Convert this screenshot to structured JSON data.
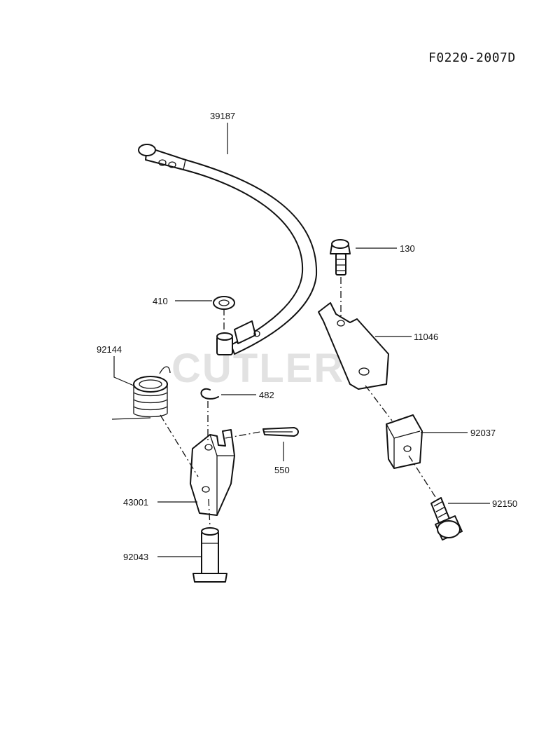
{
  "document": {
    "code": "F0220-2007D",
    "watermark": "CUTLER'S"
  },
  "callouts": [
    {
      "id": "39187",
      "label": "39187"
    },
    {
      "id": "130",
      "label": "130"
    },
    {
      "id": "410",
      "label": "410"
    },
    {
      "id": "11046",
      "label": "11046"
    },
    {
      "id": "92144",
      "label": "92144"
    },
    {
      "id": "482",
      "label": "482"
    },
    {
      "id": "92037",
      "label": "92037"
    },
    {
      "id": "550",
      "label": "550"
    },
    {
      "id": "43001",
      "label": "43001"
    },
    {
      "id": "92150",
      "label": "92150"
    },
    {
      "id": "92043",
      "label": "92043"
    }
  ]
}
